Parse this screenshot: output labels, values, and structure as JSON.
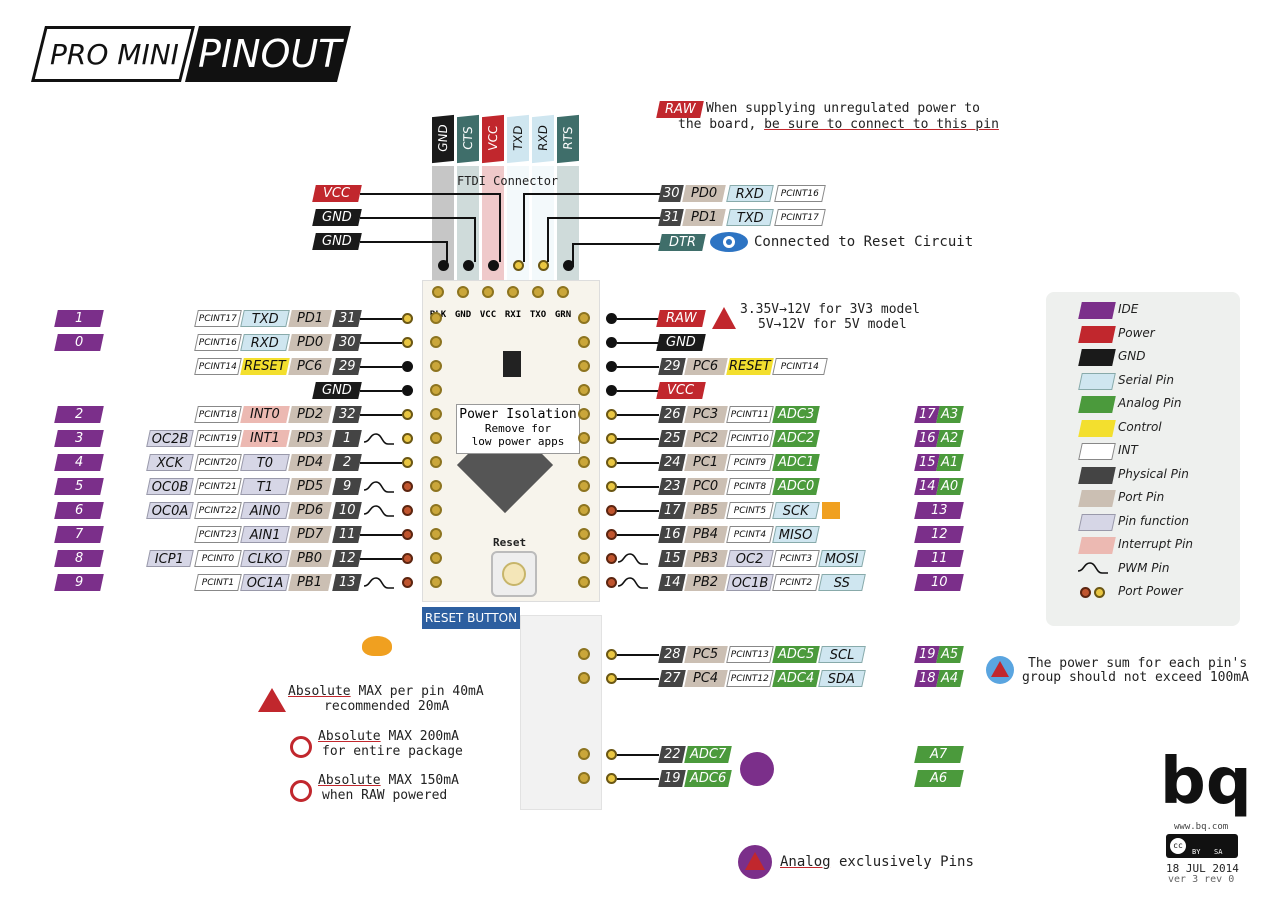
{
  "title": {
    "part1": "PRO MINI",
    "part2": "PINOUT"
  },
  "raw_note": {
    "tag": "RAW",
    "line1": "When supplying unregulated power to",
    "line2": "the board, ",
    "line2_u": "be sure to connect to this pin"
  },
  "ftdi": {
    "label": "FTDI Connector",
    "pins": [
      {
        "t": "GND",
        "c": "#1a1a1a"
      },
      {
        "t": "CTS",
        "c": "#3f6e6a"
      },
      {
        "t": "VCC",
        "c": "#c1272d"
      },
      {
        "t": "TXD",
        "c": "#cfe6f0"
      },
      {
        "t": "RXD",
        "c": "#cfe6f0"
      },
      {
        "t": "RTS",
        "c": "#3f6e6a"
      }
    ]
  },
  "top_left": [
    {
      "t": "VCC",
      "k": "pwr"
    },
    {
      "t": "GND",
      "k": "gnd"
    },
    {
      "t": "GND",
      "k": "gnd"
    }
  ],
  "top_right": [
    {
      "num": "30",
      "port": "PD0",
      "fn": "RXD",
      "pc": "PCINT16"
    },
    {
      "num": "31",
      "port": "PD1",
      "fn": "TXD",
      "pc": "PCINT17"
    }
  ],
  "dtr": {
    "tag": "DTR",
    "text": "Connected to Reset Circuit"
  },
  "board_top_labels": [
    "BLK",
    "GND",
    "VCC",
    "RXI",
    "TXO",
    "GRN"
  ],
  "left_rows": [
    {
      "ide": "1",
      "pc": "PCINT17",
      "fn": "TXD",
      "fnk": "ser",
      "port": "PD1",
      "num": "31",
      "dot": "y"
    },
    {
      "ide": "0",
      "pc": "PCINT16",
      "fn": "RXD",
      "fnk": "ser",
      "port": "PD0",
      "num": "30",
      "dot": "y"
    },
    {
      "ide": "",
      "pc": "PCINT14",
      "fn": "RESET",
      "fnk": "ctl",
      "port": "PC6",
      "num": "29",
      "dot": "b"
    },
    {
      "ide": "",
      "pc": "",
      "fn": "",
      "fnk": "",
      "port": "",
      "num": "",
      "gnd": "GND",
      "dot": "b"
    },
    {
      "ide": "2",
      "pc": "PCINT18",
      "fn": "INT0",
      "fnk": "irq",
      "port": "PD2",
      "num": "32",
      "dot": "y"
    },
    {
      "ide": "3",
      "ex": "OC2B",
      "pc": "PCINT19",
      "fn": "INT1",
      "fnk": "irq",
      "port": "PD3",
      "num": "1",
      "dot": "y",
      "pwm": true
    },
    {
      "ide": "4",
      "ex": "XCK",
      "pc": "PCINT20",
      "fn": "T0",
      "fnk": "func",
      "port": "PD4",
      "num": "2",
      "dot": "y"
    },
    {
      "ide": "5",
      "ex": "OC0B",
      "pc": "PCINT21",
      "fn": "T1",
      "fnk": "func",
      "port": "PD5",
      "num": "9",
      "dot": "o",
      "pwm": true
    },
    {
      "ide": "6",
      "ex": "OC0A",
      "pc": "PCINT22",
      "fn": "AIN0",
      "fnk": "func",
      "port": "PD6",
      "num": "10",
      "dot": "o",
      "pwm": true
    },
    {
      "ide": "7",
      "pc": "PCINT23",
      "fn": "AIN1",
      "fnk": "func",
      "port": "PD7",
      "num": "11",
      "dot": "o"
    },
    {
      "ide": "8",
      "ex": "ICP1",
      "pc": "PCINT0",
      "fn": "CLKO",
      "fnk": "func",
      "port": "PB0",
      "num": "12",
      "dot": "o"
    },
    {
      "ide": "9",
      "pc": "PCINT1",
      "fn": "OC1A",
      "fnk": "func",
      "port": "PB1",
      "num": "13",
      "dot": "o",
      "pwm": true
    }
  ],
  "right_rows": [
    {
      "pwr": "RAW",
      "pk": "pwr",
      "dot": "b"
    },
    {
      "pwr": "GND",
      "pk": "gnd",
      "dot": "b"
    },
    {
      "num": "29",
      "port": "PC6",
      "fn": "RESET",
      "fnk": "ctl",
      "pc": "PCINT14",
      "dot": "b"
    },
    {
      "pwr": "VCC",
      "pk": "pwr",
      "dot": "b"
    },
    {
      "num": "26",
      "port": "PC3",
      "pc": "PCINT11",
      "fn": "ADC3",
      "fnk": "ana",
      "dot": "y",
      "ide": "17",
      "ana": "A3"
    },
    {
      "num": "25",
      "port": "PC2",
      "pc": "PCINT10",
      "fn": "ADC2",
      "fnk": "ana",
      "dot": "y",
      "ide": "16",
      "ana": "A2"
    },
    {
      "num": "24",
      "port": "PC1",
      "pc": "PCINT9",
      "fn": "ADC1",
      "fnk": "ana",
      "dot": "y",
      "ide": "15",
      "ana": "A1"
    },
    {
      "num": "23",
      "port": "PC0",
      "pc": "PCINT8",
      "fn": "ADC0",
      "fnk": "ana",
      "dot": "y",
      "ide": "14",
      "ana": "A0"
    },
    {
      "num": "17",
      "port": "PB5",
      "pc": "PCINT5",
      "fn": "SCK",
      "fnk": "ser",
      "dot": "o",
      "ide": "13",
      "led": true
    },
    {
      "num": "16",
      "port": "PB4",
      "pc": "PCINT4",
      "fn": "MISO",
      "fnk": "ser",
      "dot": "o",
      "ide": "12"
    },
    {
      "num": "15",
      "port": "PB3",
      "fn0": "OC2",
      "pc": "PCINT3",
      "fn": "MOSI",
      "fnk": "ser",
      "dot": "o",
      "ide": "11",
      "pwm": true
    },
    {
      "num": "14",
      "port": "PB2",
      "fn0": "OC1B",
      "pc": "PCINT2",
      "fn": "SS",
      "fnk": "ser",
      "dot": "o",
      "ide": "10",
      "pwm": true
    }
  ],
  "raw_range": {
    "line1": "3.35V→12V for 3V3 model",
    "line2": "5V→12V for  5V model"
  },
  "isolation": {
    "title": "Power Isolation",
    "sub1": "Remove for",
    "sub2": "low power apps"
  },
  "reset_label": "Reset",
  "reset_button": "RESET BUTTON",
  "bottom_rows": [
    {
      "num": "28",
      "port": "PC5",
      "pc": "PCINT13",
      "fn": "ADC5",
      "fn2": "SCL",
      "ide": "19",
      "ana": "A5"
    },
    {
      "num": "27",
      "port": "PC4",
      "pc": "PCINT12",
      "fn": "ADC4",
      "fn2": "SDA",
      "ide": "18",
      "ana": "A4"
    },
    {
      "num": "22",
      "fn": "ADC7",
      "ana": "A7"
    },
    {
      "num": "19",
      "fn": "ADC6",
      "ana": "A6"
    }
  ],
  "power_sum": {
    "line1": "The power sum for each pin's",
    "line2": "group should not exceed 100mA"
  },
  "notes": [
    {
      "u": "Absolute",
      "rest": " MAX per pin 40mA",
      "l2": "recommended 20mA"
    },
    {
      "u": "Absolute",
      "rest": " MAX 200mA",
      "l2": "for entire package"
    },
    {
      "u": "Absolute",
      "rest": " MAX 150mA",
      "l2": "when RAW powered"
    }
  ],
  "analog_note": {
    "u": "Analog",
    "rest": " exclusively Pins"
  },
  "legend": [
    {
      "k": "ide",
      "t": "IDE"
    },
    {
      "k": "pwr",
      "t": "Power"
    },
    {
      "k": "gnd",
      "t": "GND"
    },
    {
      "k": "ser",
      "t": "Serial Pin"
    },
    {
      "k": "ana",
      "t": "Analog Pin"
    },
    {
      "k": "ctl",
      "t": "Control"
    },
    {
      "k": "intr",
      "t": "INT"
    },
    {
      "k": "phy",
      "t": "Physical Pin"
    },
    {
      "k": "port",
      "t": "Port Pin"
    },
    {
      "k": "func",
      "t": "Pin function"
    },
    {
      "k": "irq",
      "t": "Interrupt Pin"
    },
    {
      "k": "pwmsym",
      "t": "PWM Pin"
    },
    {
      "k": "portpwr",
      "t": "Port Power"
    }
  ],
  "brand": {
    "logo": "bq",
    "site": "www.bq.com",
    "cc": "cc",
    "by": "BY",
    "sa": "SA",
    "date": "18 JUL 2014",
    "ver": "ver 3 rev 0"
  }
}
